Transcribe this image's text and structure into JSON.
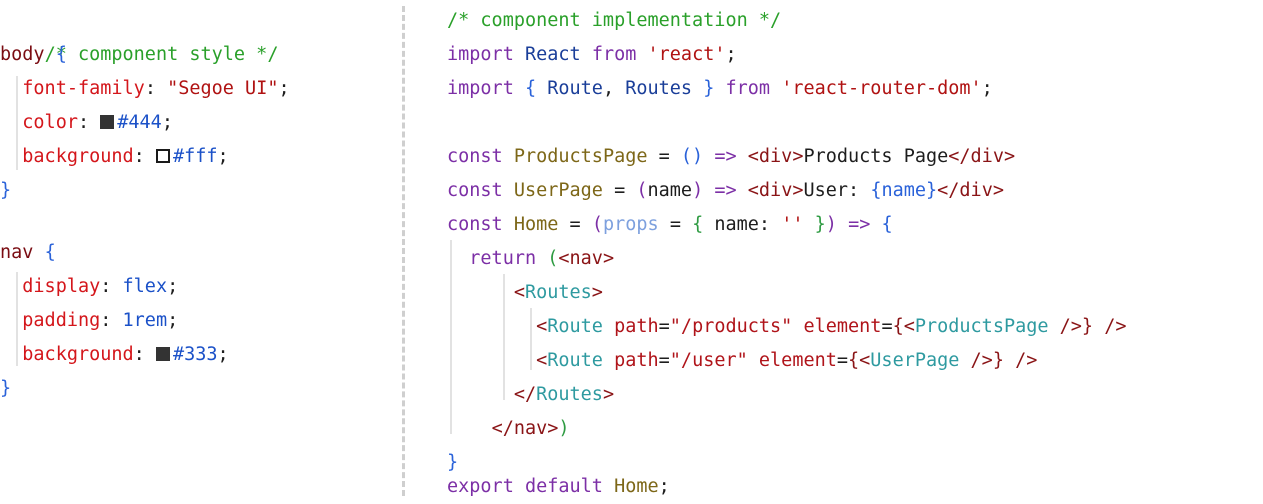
{
  "css_panel": {
    "comment": "/* component style */",
    "body_rule": {
      "selector": "body",
      "open_brace": "{",
      "close_brace": "}",
      "decls": [
        {
          "prop": "font-family",
          "value": "\"Segoe UI\""
        },
        {
          "prop": "color",
          "value": "#444",
          "swatch_color": "#333333"
        },
        {
          "prop": "background",
          "value": "#fff",
          "swatch_color": "#ffffff"
        }
      ]
    },
    "nav_rule": {
      "selector": "nav",
      "open_brace": "{",
      "close_brace": "}",
      "decls": [
        {
          "prop": "display",
          "value": "flex"
        },
        {
          "prop": "padding",
          "value": "1rem"
        },
        {
          "prop": "background",
          "value": "#333",
          "swatch_color": "#333333"
        }
      ]
    }
  },
  "jsx_panel": {
    "comment": "/* component implementation */",
    "kw": {
      "import": "import",
      "from": "from",
      "const": "const",
      "return": "return",
      "export": "export",
      "default": "default"
    },
    "ops": {
      "eq": "=",
      "arrow": "=>",
      "paren_open": "(",
      "paren_close": ")",
      "empty_parens": "()",
      "semicolon": ";"
    },
    "react_ident": "React",
    "react_module": "'react'",
    "router_idents": [
      "Route",
      "Routes"
    ],
    "router_module": "'react-router-dom'",
    "brace_open": "{",
    "brace_close": "}",
    "comma": ",",
    "products_page": {
      "name": "ProductsPage",
      "div_open": "<div>",
      "text": "Products Page",
      "div_close": "</div>"
    },
    "user_page": {
      "name": "UserPage",
      "param": "name",
      "div_open": "<div>",
      "text": "User: ",
      "expr": "{name}",
      "div_close": "</div>"
    },
    "home": {
      "name": "Home",
      "param": "props",
      "default_key": "name:",
      "default_val": "''"
    },
    "nav_open": "<nav>",
    "routes_open": "<Routes>",
    "routes": [
      {
        "tag": "Route",
        "path_attr": "path",
        "path": "\"/products\"",
        "elem_attr": "element",
        "component": "ProductsPage"
      },
      {
        "tag": "Route",
        "path_attr": "path",
        "path": "\"/user\"",
        "elem_attr": "element",
        "component": "UserPage"
      }
    ],
    "routes_close": "</Routes>",
    "nav_close": "</nav>",
    "export_ident": "Home"
  }
}
